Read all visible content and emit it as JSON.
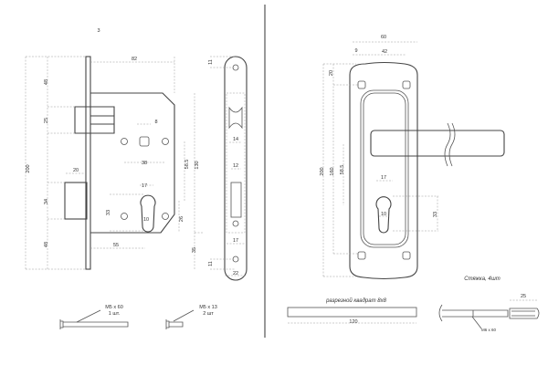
{
  "lock": {
    "dims": {
      "faceplate_thickness": "3",
      "backset_width": "82",
      "top_to_latch": "48",
      "latch_height": "25",
      "total_height": "200",
      "bolt_projection": "20",
      "bolt_height": "34",
      "bottom_to_bolt": "48",
      "spindle_square": "8",
      "screw_spacing": "38",
      "cylinder_width": "17",
      "cylinder_height": "33",
      "cylinder_slot": "10",
      "backset": "55",
      "center_distance": "58.5",
      "body_height": "130",
      "cyl_to_bottom": "26",
      "body_to_bottom": "35"
    }
  },
  "strike": {
    "dims": {
      "top_hole": "11",
      "latch_opening": "14",
      "bolt_opening": "12",
      "inner_width": "17",
      "bottom_hole": "11",
      "width": "22"
    }
  },
  "screws": {
    "long": {
      "size": "M5 x 60",
      "qty": "1 шт."
    },
    "short": {
      "size": "M5 x 13",
      "qty": "2 шт"
    }
  },
  "handle": {
    "dims": {
      "width": "60",
      "edge": "9",
      "hole_spacing": "42",
      "top_hole": "20",
      "height": "200",
      "hole_distance": "160",
      "center_distance": "58.5",
      "cylinder_width": "17",
      "cylinder_slot": "10",
      "cylinder_height": "33"
    },
    "ties_label": "Стяжка, 4шт"
  },
  "spindle": {
    "label": "разрезной квадрат 8х8",
    "length": "120"
  },
  "tie_bolt": {
    "sleeve_length": "25",
    "size": "М6 х 60"
  }
}
